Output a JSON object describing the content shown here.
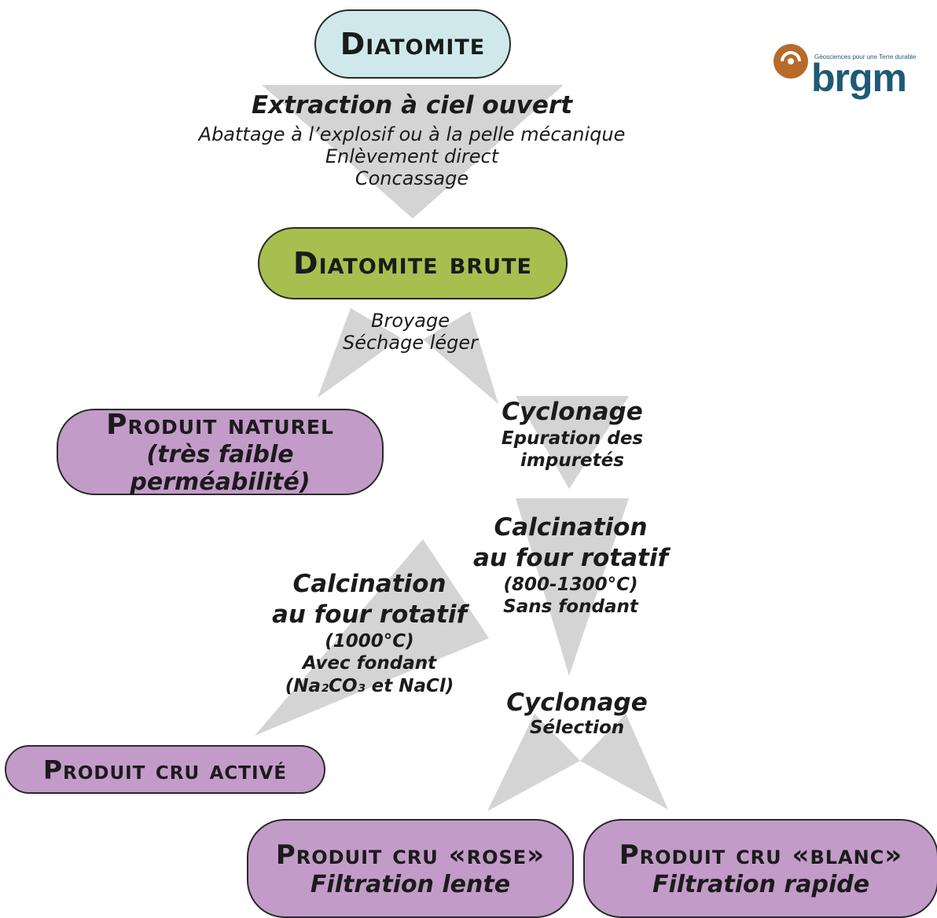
{
  "nodes": {
    "diatomite": "Diatomite",
    "diatomite_brute": "Diatomite brute",
    "produit_naturel": {
      "title": "Produit naturel",
      "subtitle": "(très faible perméabilité)"
    },
    "produit_cru_active": "Produit cru activé",
    "produit_cru_rose": {
      "title": "Produit cru «rose»",
      "subtitle": "Filtration lente"
    },
    "produit_cru_blanc": {
      "title": "Produit cru «blanc»",
      "subtitle": "Filtration rapide"
    }
  },
  "steps": {
    "extraction": {
      "title": "Extraction à ciel ouvert",
      "lines": [
        "Abattage à l’explosif ou à la pelle mécanique",
        "Enlèvement direct",
        "Concassage"
      ]
    },
    "broyage": {
      "lines": [
        "Broyage",
        "Séchage léger"
      ]
    },
    "cyclonage1": {
      "title": "Cyclonage",
      "lines": [
        "Epuration des",
        "impuretés"
      ]
    },
    "calcination_sans": {
      "title_lines": [
        "Calcination",
        "au four rotatif"
      ],
      "lines": [
        "(800-1300°C)",
        "Sans fondant"
      ]
    },
    "calcination_avec": {
      "title_lines": [
        "Calcination",
        "au four rotatif"
      ],
      "lines": [
        "(1000°C)",
        "Avec fondant",
        "(Na₂CO₃ et NaCl)"
      ]
    },
    "cyclonage2": {
      "title": "Cyclonage",
      "lines": [
        "Sélection"
      ]
    }
  },
  "logo": {
    "text": "brgm",
    "tagline": "Géosciences pour une Terre durable"
  },
  "colors": {
    "arrow": "#d4d4d4",
    "cyan_node": "#cfe9ea",
    "olive_node": "#a8bf4f",
    "purple_node": "#c39bc9",
    "logo_orange": "#b86a2a",
    "logo_teal": "#1f5a75"
  }
}
